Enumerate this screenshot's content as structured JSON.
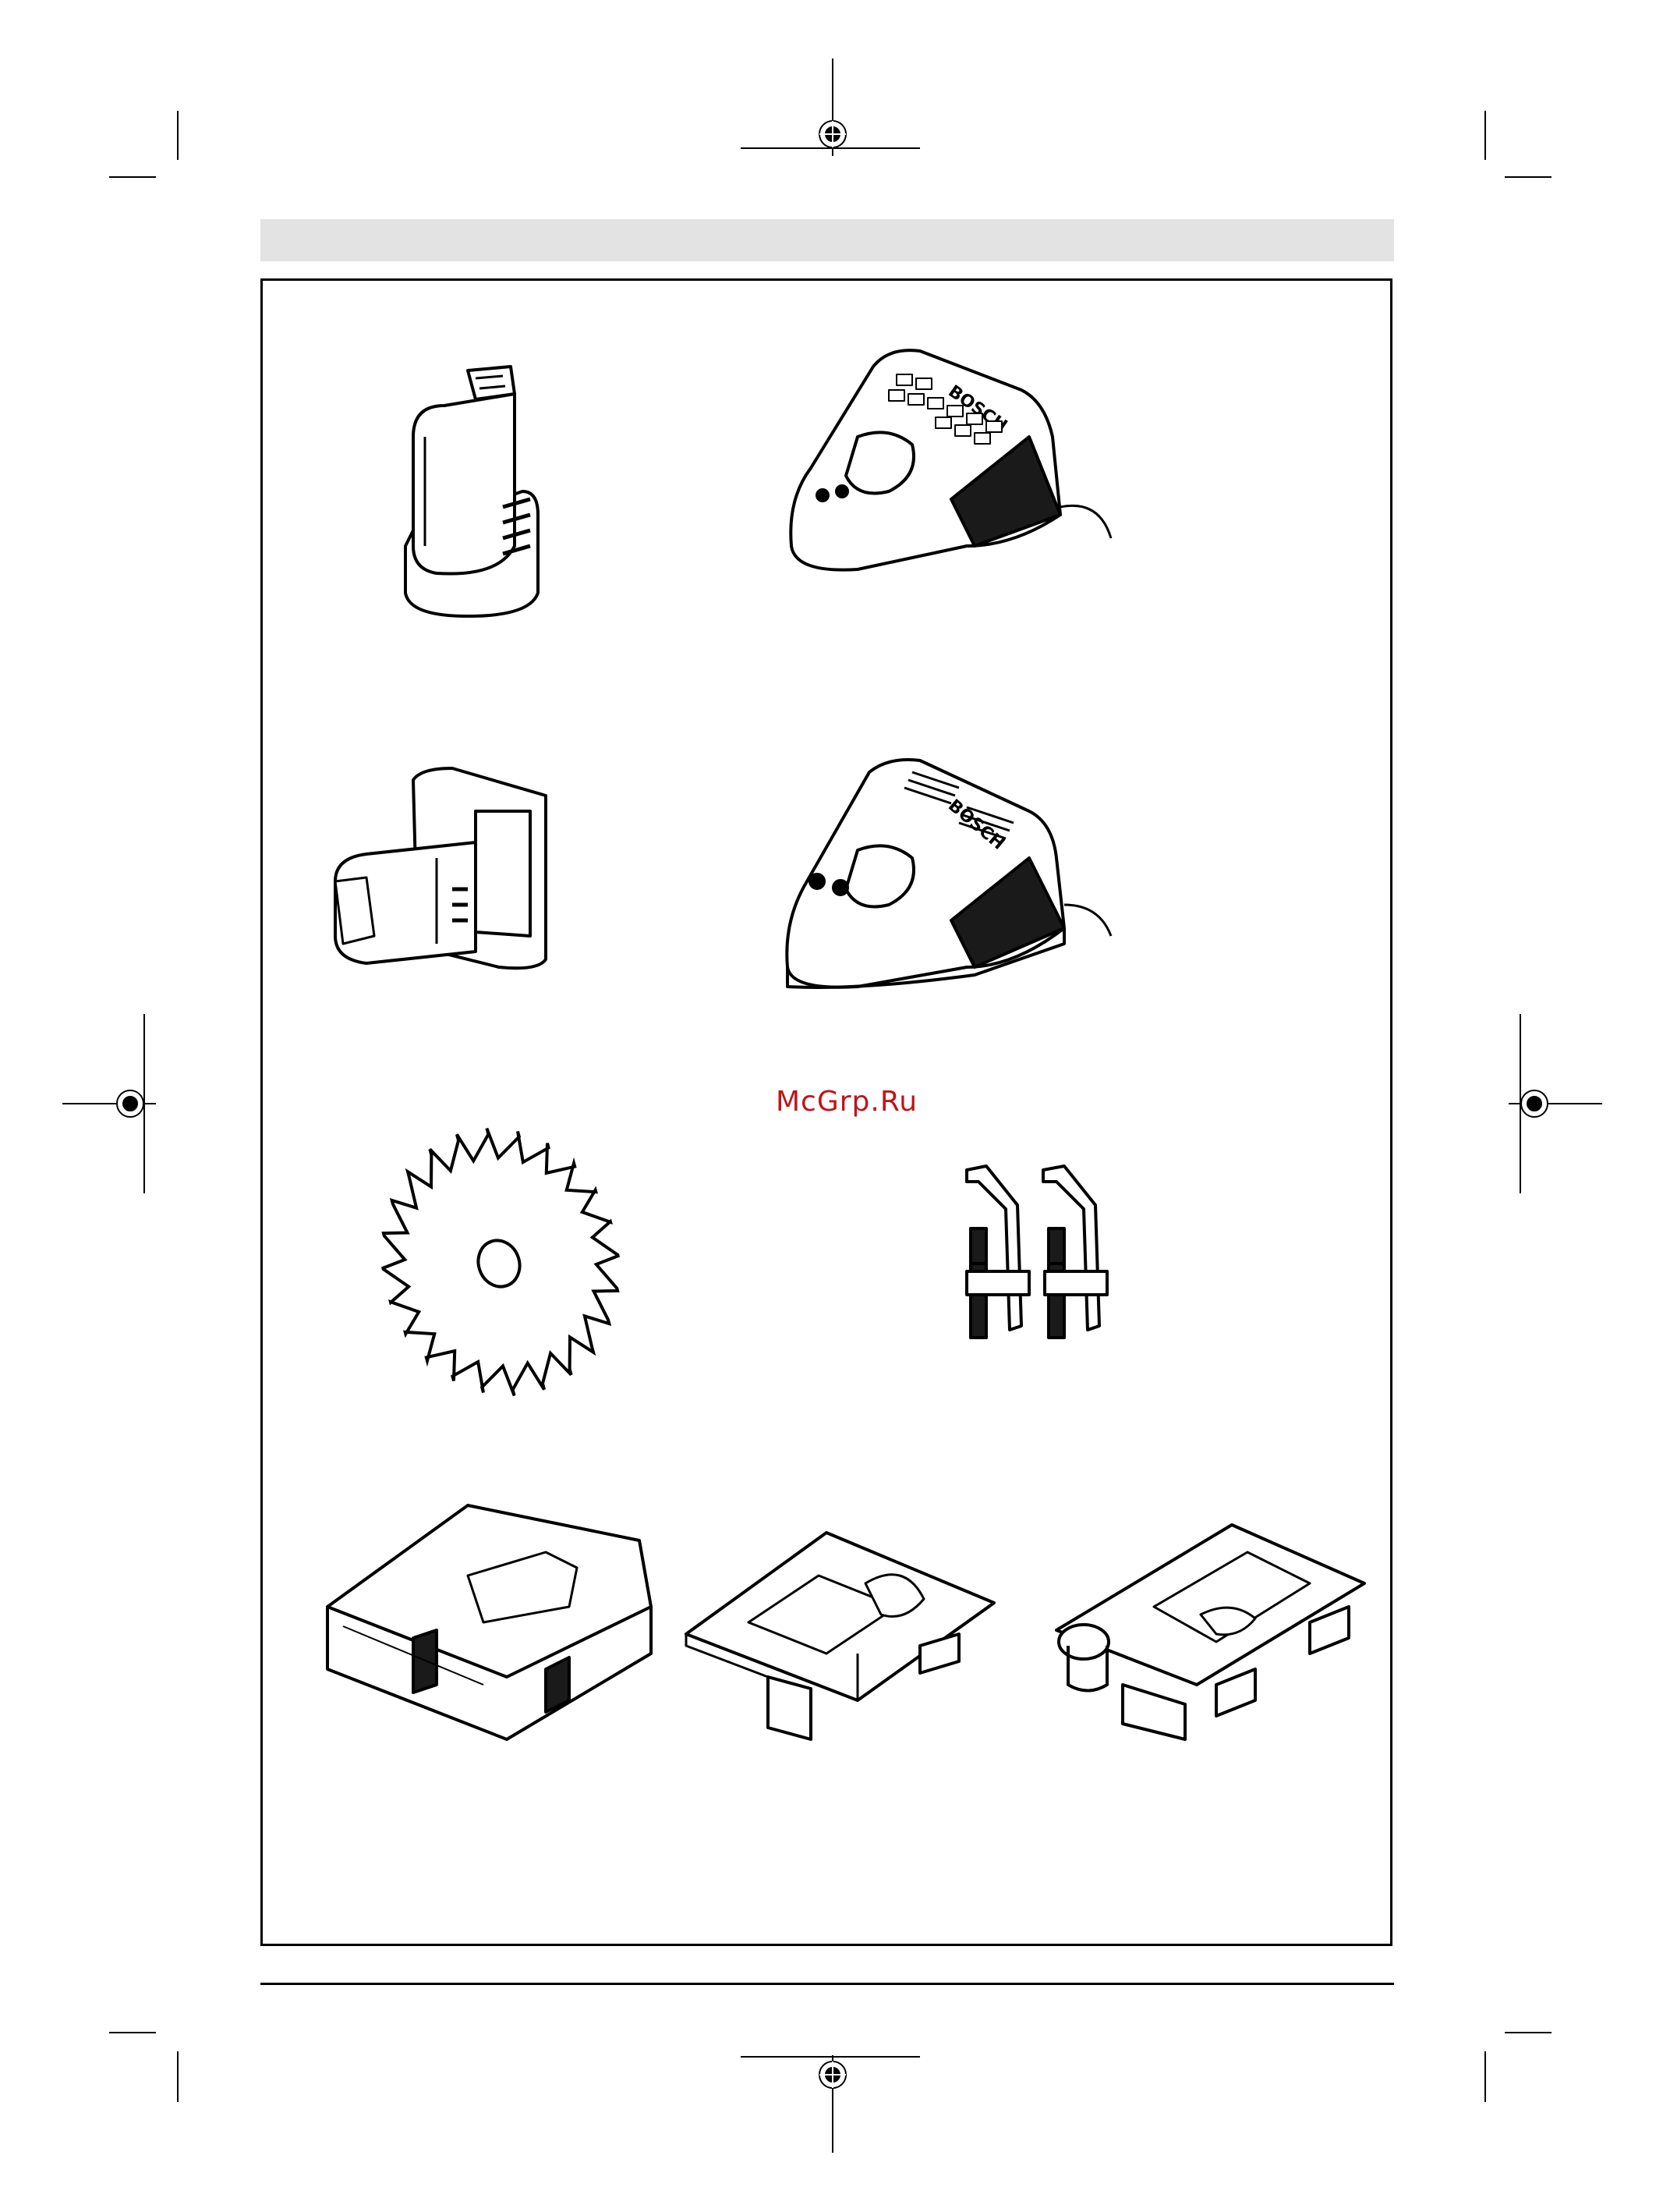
{
  "watermark": {
    "text": "McGrp.Ru",
    "color": "#c0141b"
  },
  "charger_brand": "BOSCH",
  "colors": {
    "line": "#000000",
    "header_fill": "#e3e3e3",
    "dark_fill": "#1a1a1a"
  },
  "illustrations": [
    {
      "name": "battery-pack-upright-illustration"
    },
    {
      "name": "charger-type-1-illustration"
    },
    {
      "name": "battery-pack-horizontal-illustration"
    },
    {
      "name": "charger-type-2-illustration"
    },
    {
      "name": "saw-blade-illustration"
    },
    {
      "name": "screw-clamps-illustration"
    },
    {
      "name": "carrying-case-illustration"
    },
    {
      "name": "case-insert-a-illustration"
    },
    {
      "name": "case-insert-b-illustration"
    }
  ]
}
